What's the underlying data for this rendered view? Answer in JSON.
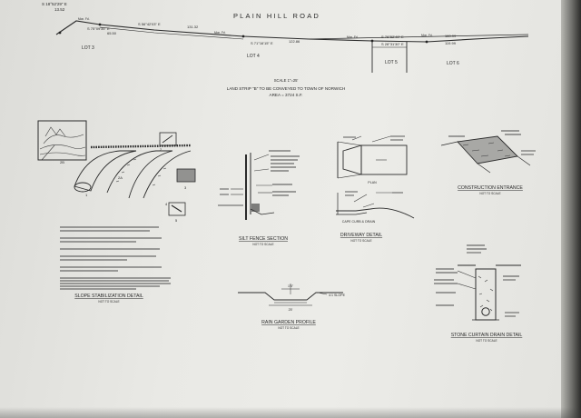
{
  "road": {
    "name": "PLAIN HILL ROAD"
  },
  "survey": {
    "bearing_a": "S 18°52'29\" E",
    "dist_a": "13.52",
    "dist_b": "65.50",
    "bearing_b": "S 75°09'35\" E",
    "bearing_c": "S 56°42'03\" E",
    "dist_c": "131.32",
    "bearing_d": "S 71°16'15\" E",
    "dist_d": "122.86",
    "bearing_e": "S 76°52'49\" E",
    "bearing_f": "S 28°31'30\" E",
    "dist_e": "160.99",
    "dist_f": "119.99",
    "monument_1": "Mon. Fd.",
    "monument_2": "Mon. Fd.",
    "monument_3": "Mon. Fd.",
    "monument_4": "Mon. Fd."
  },
  "lots": {
    "lot_3": "LOT 3",
    "lot_4": "LOT 4",
    "lot_5": "LOT 5",
    "lot_6": "LOT 6"
  },
  "scale": {
    "label": "SCALE 1\"=25'"
  },
  "land_strip": {
    "line1": "LAND STRIP \"B\" TO BE CONVEYED TO TOWN OF NORWICH",
    "line2": "AREA = 3724 S.F."
  },
  "details": {
    "slope": {
      "title": "SLOPE STABILIZATION DETAIL",
      "subtitle": "NOT TO SCALE",
      "n1": "1",
      "n2": "2",
      "n2a": "2A",
      "n3": "3",
      "n4": "4",
      "n5": "5",
      "n2b": "2B"
    },
    "silt": {
      "title": "SILT FENCE SECTION",
      "subtitle": "NOT TO SCALE"
    },
    "driveway": {
      "title": "DRIVEWAY DETAIL",
      "subtitle": "NOT TO SCALE",
      "plan": "PLAN",
      "curb": "CAPE CURB & DRAIN"
    },
    "entrance": {
      "title": "CONSTRUCTION ENTRANCE",
      "subtitle": "NOT TO SCALE"
    },
    "rain_garden": {
      "title": "RAIN GARDEN PROFILE",
      "subtitle": "NOT TO SCALE",
      "slope": "4:1 SLOPE",
      "width": "25'",
      "depth": "1'6\""
    },
    "curtain_drain": {
      "title": "STONE CURTAIN DRAIN DETAIL",
      "subtitle": "NOT TO SCALE"
    }
  }
}
